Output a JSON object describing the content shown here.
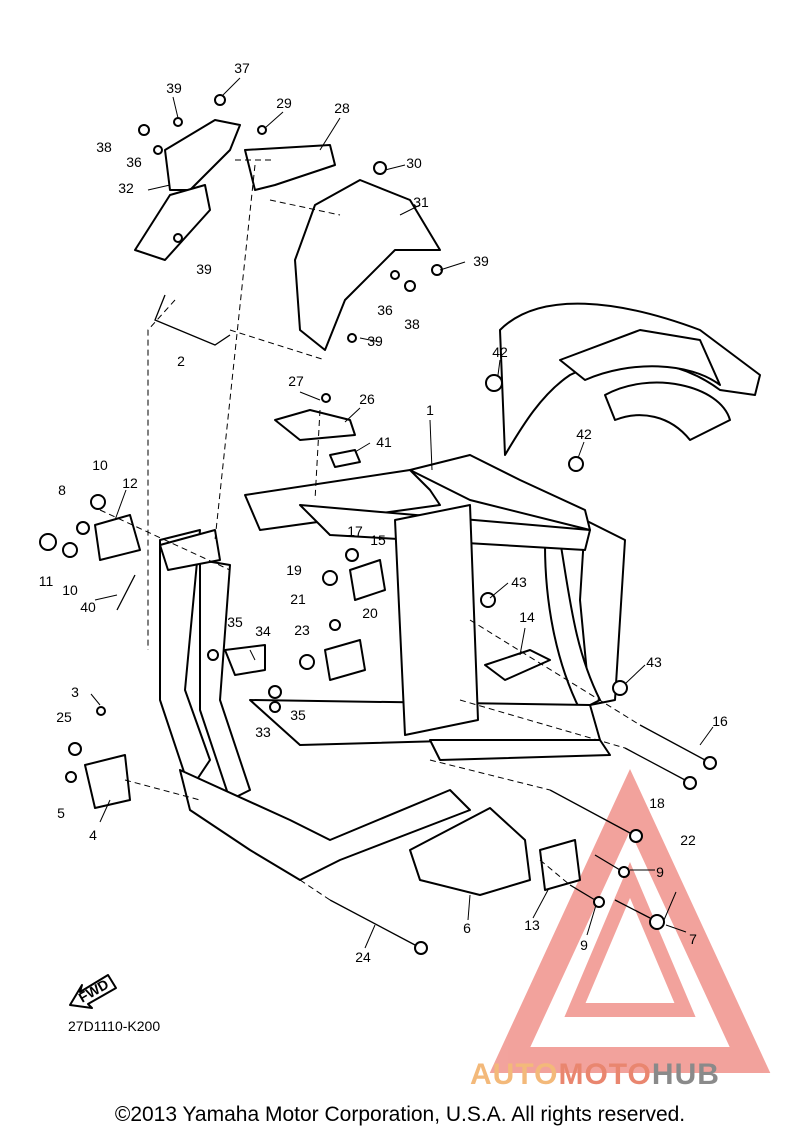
{
  "colors": {
    "watermark_red": "#e8574d",
    "watermark_orange": "#f3b97a",
    "watermark_grey": "#8a8a8a"
  },
  "part_labels": [
    {
      "id": "1",
      "text": "1"
    },
    {
      "id": "2",
      "text": "2"
    },
    {
      "id": "3",
      "text": "3"
    },
    {
      "id": "4",
      "text": "4"
    },
    {
      "id": "5",
      "text": "5"
    },
    {
      "id": "6",
      "text": "6"
    },
    {
      "id": "7",
      "text": "7"
    },
    {
      "id": "8",
      "text": "8"
    },
    {
      "id": "9a",
      "text": "9"
    },
    {
      "id": "9b",
      "text": "9"
    },
    {
      "id": "10a",
      "text": "10"
    },
    {
      "id": "10b",
      "text": "10"
    },
    {
      "id": "11",
      "text": "11"
    },
    {
      "id": "12",
      "text": "12"
    },
    {
      "id": "13",
      "text": "13"
    },
    {
      "id": "14",
      "text": "14"
    },
    {
      "id": "15",
      "text": "15"
    },
    {
      "id": "16",
      "text": "16"
    },
    {
      "id": "17",
      "text": "17"
    },
    {
      "id": "18",
      "text": "18"
    },
    {
      "id": "19",
      "text": "19"
    },
    {
      "id": "20",
      "text": "20"
    },
    {
      "id": "21",
      "text": "21"
    },
    {
      "id": "22",
      "text": "22"
    },
    {
      "id": "23",
      "text": "23"
    },
    {
      "id": "24",
      "text": "24"
    },
    {
      "id": "25",
      "text": "25"
    },
    {
      "id": "26",
      "text": "26"
    },
    {
      "id": "27",
      "text": "27"
    },
    {
      "id": "28",
      "text": "28"
    },
    {
      "id": "29",
      "text": "29"
    },
    {
      "id": "30",
      "text": "30"
    },
    {
      "id": "31",
      "text": "31"
    },
    {
      "id": "32",
      "text": "32"
    },
    {
      "id": "33",
      "text": "33"
    },
    {
      "id": "34",
      "text": "34"
    },
    {
      "id": "35a",
      "text": "35"
    },
    {
      "id": "35b",
      "text": "35"
    },
    {
      "id": "36a",
      "text": "36"
    },
    {
      "id": "36b",
      "text": "36"
    },
    {
      "id": "37",
      "text": "37"
    },
    {
      "id": "38a",
      "text": "38"
    },
    {
      "id": "38b",
      "text": "38"
    },
    {
      "id": "39a",
      "text": "39"
    },
    {
      "id": "39b",
      "text": "39"
    },
    {
      "id": "39c",
      "text": "39"
    },
    {
      "id": "39d",
      "text": "39"
    },
    {
      "id": "40",
      "text": "40"
    },
    {
      "id": "41",
      "text": "41"
    },
    {
      "id": "42a",
      "text": "42"
    },
    {
      "id": "42b",
      "text": "42"
    },
    {
      "id": "43a",
      "text": "43"
    },
    {
      "id": "43b",
      "text": "43"
    }
  ],
  "fwd_label": "FWD",
  "diagram_code": "27D1110-K200",
  "copyright": "©2013 Yamaha Motor Corporation, U.S.A. All rights reserved.",
  "watermark": {
    "part1": "AUTO",
    "part2": "MOTO",
    "part3": "HUB"
  }
}
